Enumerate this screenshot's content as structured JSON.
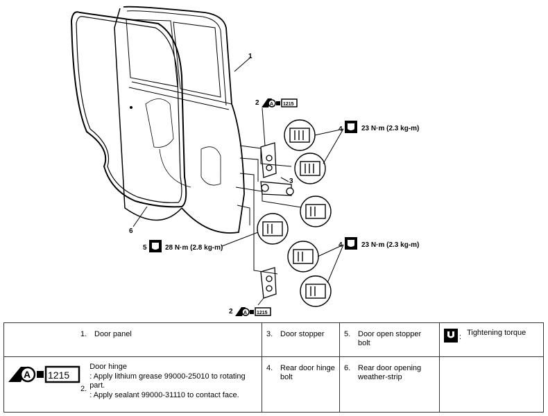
{
  "diagram": {
    "callouts": {
      "door_panel_num": "1",
      "weatherstrip_num": "6",
      "hinge_num": "2",
      "stopper_num": "3",
      "hinge_bolt_upper_label": "4",
      "hinge_bolt_upper_torque": "23 N·m (2.3 kg-m)",
      "hinge_bolt_lower_label": "4",
      "hinge_bolt_lower_torque": "23 N·m (2.3 kg-m)",
      "stopper_bolt_label": "5",
      "stopper_bolt_torque": "28 N·m (2.8 kg-m)",
      "grease_code": "1215",
      "lube_letter": "A"
    }
  },
  "legend": {
    "item1": {
      "num": "1.",
      "text": "Door panel"
    },
    "item3": {
      "num": "3.",
      "text": "Door stopper"
    },
    "item5": {
      "num": "5.",
      "text": "Door open stopper bolt"
    },
    "torque": {
      "colon": ":",
      "text": "Tightening torque"
    },
    "item2": {
      "num": "2.",
      "code": "1215",
      "letter": "A",
      "title": "Door hinge",
      "line1": ": Apply lithium grease 99000-25010 to rotating part.",
      "line2": ": Apply sealant 99000-31110 to contact face."
    },
    "item4": {
      "num": "4.",
      "text": "Rear door hinge bolt"
    },
    "item6": {
      "num": "6.",
      "text": "Rear door opening weather-strip"
    }
  }
}
